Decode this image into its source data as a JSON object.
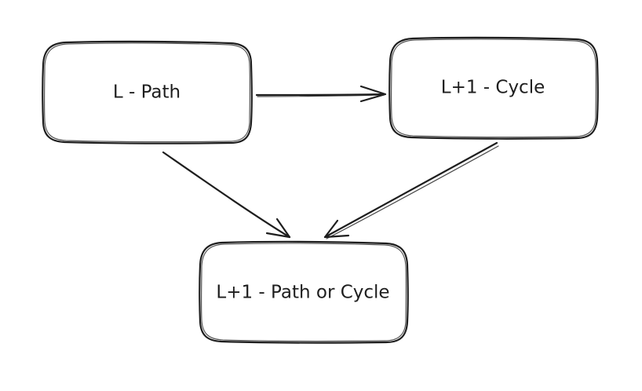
{
  "diagram": {
    "nodes": {
      "l_path": {
        "label": "L - Path"
      },
      "l1_cycle": {
        "label": "L+1 - Cycle"
      },
      "l1_path_or_cycle": {
        "label": "L+1 - Path or Cycle"
      }
    },
    "edges": [
      {
        "from": "l_path",
        "to": "l1_cycle"
      },
      {
        "from": "l_path",
        "to": "l1_path_or_cycle"
      },
      {
        "from": "l1_cycle",
        "to": "l1_path_or_cycle"
      }
    ]
  },
  "colors": {
    "stroke": "#1e1e1e",
    "background": "#ffffff"
  }
}
